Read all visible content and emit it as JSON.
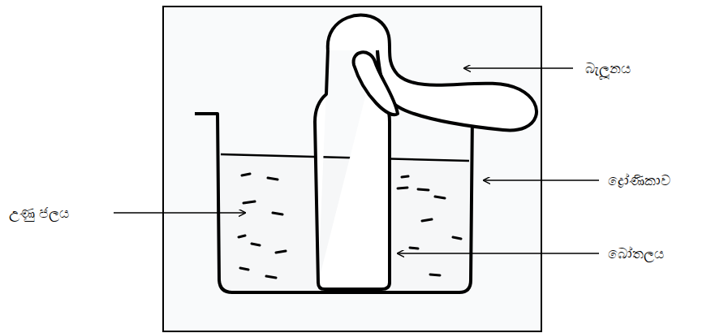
{
  "diagram": {
    "labels": [
      "බැලූනය",
      "ද්‍රෝණිකාව",
      "උණු ජලය",
      "බෝතලය"
    ]
  }
}
